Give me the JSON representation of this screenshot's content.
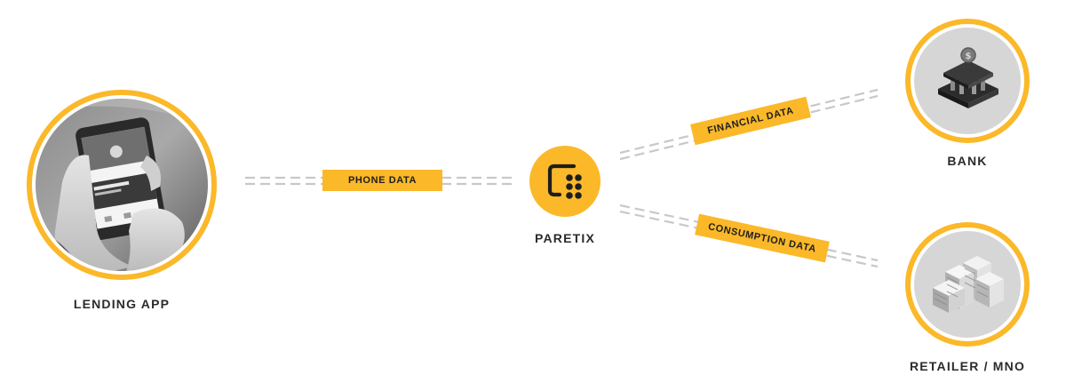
{
  "colors": {
    "accent": "#fbb829",
    "line": "#c8c8c8",
    "disc": "#d6d6d6",
    "ink": "#2b2b2b",
    "background": "#ffffff"
  },
  "nodes": {
    "lending_app": {
      "label": "LENDING APP",
      "icon": "phone-in-hands-photo"
    },
    "paretix": {
      "label": "PARETIX",
      "icon": "paretix-logo-icon"
    },
    "bank": {
      "label": "BANK",
      "icon": "bank-building-icon"
    },
    "retailer": {
      "label": "RETAILER / MNO",
      "icon": "buildings-icon"
    }
  },
  "flows": {
    "phone": {
      "label": "PHONE DATA"
    },
    "financial": {
      "label": "FINANCIAL DATA"
    },
    "consumption": {
      "label": "CONSUMPTION DATA"
    }
  }
}
